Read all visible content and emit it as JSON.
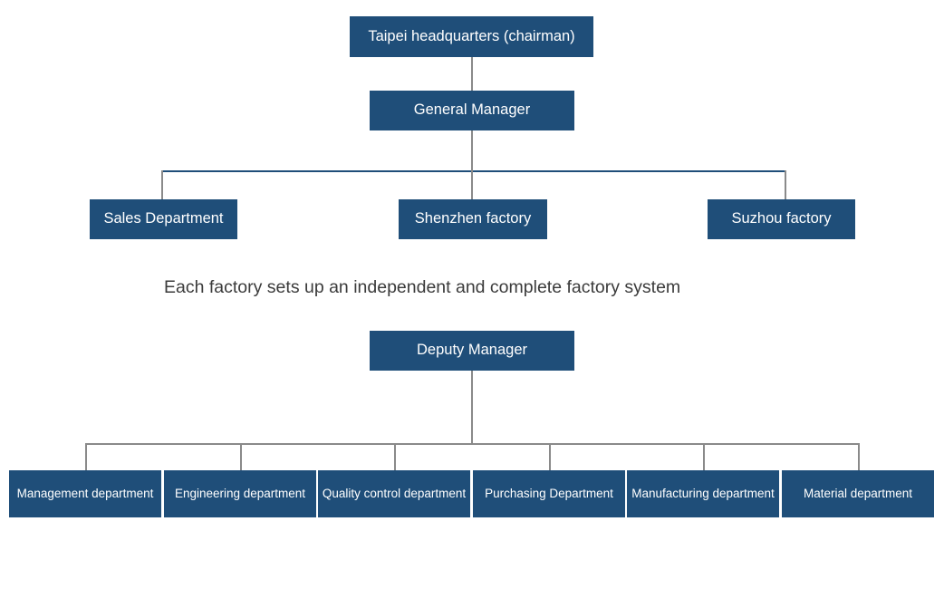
{
  "diagram": {
    "title_node": {
      "label": "Taipei headquarters (chairman)"
    },
    "level2": {
      "label": "General Manager"
    },
    "level3": [
      {
        "label": "Sales Department"
      },
      {
        "label": "Shenzhen factory"
      },
      {
        "label": "Suzhou factory"
      }
    ],
    "caption": "Each factory sets up an independent and complete factory system",
    "level4_head": {
      "label": "Deputy Manager"
    },
    "level5": [
      {
        "label": "Management department"
      },
      {
        "label": "Engineering department"
      },
      {
        "label": "Quality control department"
      },
      {
        "label": "Purchasing Department"
      },
      {
        "label": "Manufacturing department"
      },
      {
        "label": "Material department"
      }
    ]
  },
  "colors": {
    "node_fill": "#1F4E79",
    "node_text": "#FFFFFF",
    "connector_gray": "#8A8A8A",
    "connector_blue": "#1F4E79",
    "caption_text": "#3B3B3B",
    "background": "#FFFFFF"
  }
}
